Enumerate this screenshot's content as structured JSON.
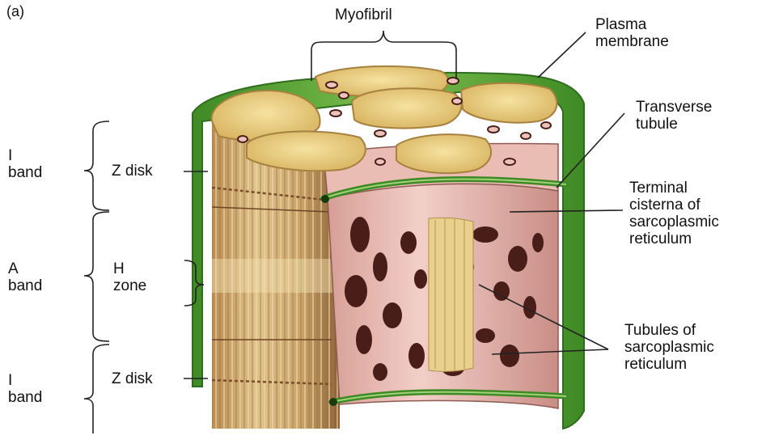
{
  "panel_label": "(a)",
  "labels": {
    "myofibril": "Myofibril",
    "plasma_membrane": [
      "Plasma",
      "membrane"
    ],
    "transverse_tubule": [
      "Transverse",
      "tubule"
    ],
    "terminal_cisterna": [
      "Terminal",
      "cisterna of",
      "sarcoplasmic",
      "reticulum"
    ],
    "sr_tubules": [
      "Tubules of",
      "sarcoplasmic",
      "reticulum"
    ],
    "i_band_top": [
      "I",
      "band"
    ],
    "z_disk_top": "Z disk",
    "a_band": [
      "A",
      "band"
    ],
    "h_zone": [
      "H",
      "zone"
    ],
    "i_band_bottom": [
      "I",
      "band"
    ],
    "z_disk_bottom": "Z disk"
  },
  "colors": {
    "membrane_green": "#5fa33a",
    "membrane_dark": "#2f6d1f",
    "myofibril_yellow": "#eccf7a",
    "fibril_tan": "#c9a46a",
    "fibril_dark": "#8a5e35",
    "sr_pink": "#e7b8b0",
    "sr_dark": "#5a2a22"
  }
}
